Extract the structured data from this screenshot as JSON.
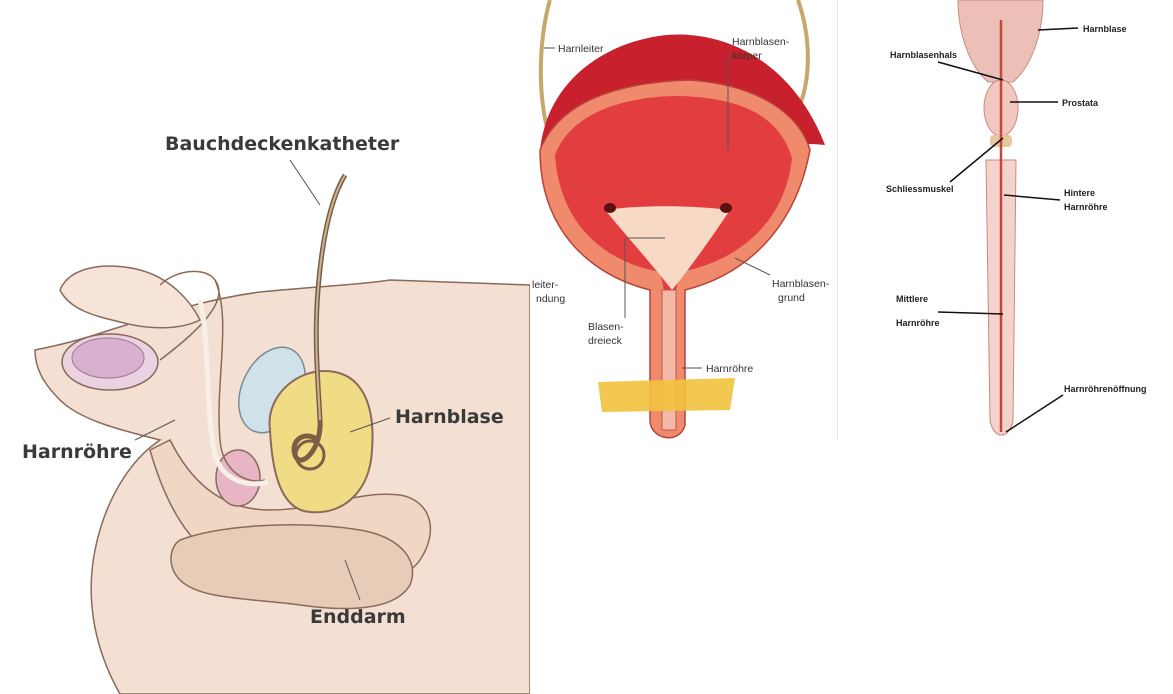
{
  "left_diagram": {
    "labels": {
      "catheter": "Bauchdeckenkatheter",
      "urethra": "Harnröhre",
      "bladder": "Harnblase",
      "rectum": "Enddarm"
    }
  },
  "bladder_diagram": {
    "labels": {
      "ureter": "Harnleiter",
      "bladder_body_1": "Harnblasen-",
      "bladder_body_2": "körper",
      "ureter_opening_1": "leiter-",
      "ureter_opening_2": "ndung",
      "trigone_1": "Blasen-",
      "trigone_2": "dreieck",
      "bladder_base_1": "Harnblasen-",
      "bladder_base_2": "grund",
      "urethra": "Harnröhre"
    }
  },
  "urethra_diagram": {
    "labels": {
      "bladder": "Harnblase",
      "bladder_neck": "Harnblasenhals",
      "prostate": "Prostata",
      "sphincter": "Schliessmuskel",
      "posterior_1": "Hintere",
      "posterior_2": "Harnröhre",
      "middle_1": "Mittlere",
      "middle_2": "Harnröhre",
      "opening": "Harnröhrenöffnung"
    }
  },
  "colors": {
    "skin": "#f3d9c6",
    "skin_outline": "#8a6a5a",
    "bladder_red": "#d8343a",
    "bladder_dark": "#b51f2c",
    "bladder_wall": "#f08a6c",
    "ureter_gold": "#c9a66b",
    "pelvic_yellow": "#f2c23e",
    "catheter": "#b59a7a"
  }
}
